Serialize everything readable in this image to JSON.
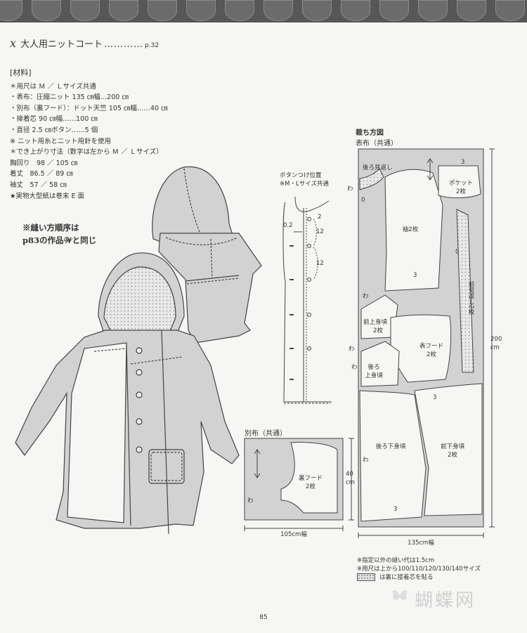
{
  "header": {
    "letter": "x",
    "title": "大人用ニットコート",
    "leader": "…………",
    "page_ref": "p.32"
  },
  "materials": {
    "heading": "[材料]",
    "lines": [
      "＊用尺は Ｍ ／ Ｌサイズ共通",
      "・表布：圧縮ニット 135 ㎝幅…200 ㎝",
      "・別布（裏フード）：ドット天竺 105 ㎝幅……40 ㎝",
      "・接着芯 90 ㎝幅……100 ㎝",
      "・直径 2.5 ㎝ボタン……5 個",
      "※ ニット用糸とニット用針を使用",
      "＊でき上がり寸法（数字は左から Ｍ ／ Ｌサイズ）",
      "胸回り　98 ／ 105 ㎝",
      "着丈　86.5 ／ 89 ㎝",
      "袖丈　57 ／ 58 ㎝",
      "★実物大型紙は巻末 E 面"
    ]
  },
  "sewing_note": {
    "line1": "※縫い方順序は",
    "line2": "p83の作品𝒲と同じ"
  },
  "button_placement": {
    "title": "ボタンつけ位置",
    "subtitle": "※M・Lサイズ共通",
    "dim_02": "0.2",
    "dim_2": "2",
    "dim_12a": "12",
    "dim_12b": "12"
  },
  "layout_main": {
    "title": "裁ち方図",
    "subtitle": "表布（共通）",
    "pieces": {
      "facing_back": "後ろ見返し",
      "pocket": "ポケット",
      "pocket_count": "2枚",
      "sleeve": "袖2枚",
      "front_facing": "前見返し2枚",
      "front_yoke": "前上身頃",
      "front_yoke_count": "2枚",
      "outer_hood": "表フード",
      "outer_hood_count": "2枚",
      "back_yoke": "後ろ",
      "back_yoke_2": "上身頃",
      "back_body": "後ろ下身頃",
      "front_body": "前下身頃",
      "front_body_count": "2枚"
    },
    "marks": {
      "wa": "わ",
      "zero": "0",
      "three": "3"
    },
    "height": "200",
    "height_unit": "cm",
    "width": "135cm幅"
  },
  "layout_sub": {
    "title": "別布（共通）",
    "piece": "裏フード",
    "piece_count": "2枚",
    "height": "40",
    "height_unit": "cm",
    "width": "105cm幅",
    "wa": "わ"
  },
  "footnotes": {
    "line1": "※指定以外の縫い代は1.5cm",
    "line2": "※用尺は上から100/110/120/130/140サイズ",
    "line3": "は裏に接着芯を貼る"
  },
  "page_number": "85",
  "watermark": "蝴蝶网",
  "colors": {
    "fabric": "#d2d2d2",
    "dot_fabric": "#e6e6e6",
    "line": "#444444",
    "banner": "#575757"
  }
}
